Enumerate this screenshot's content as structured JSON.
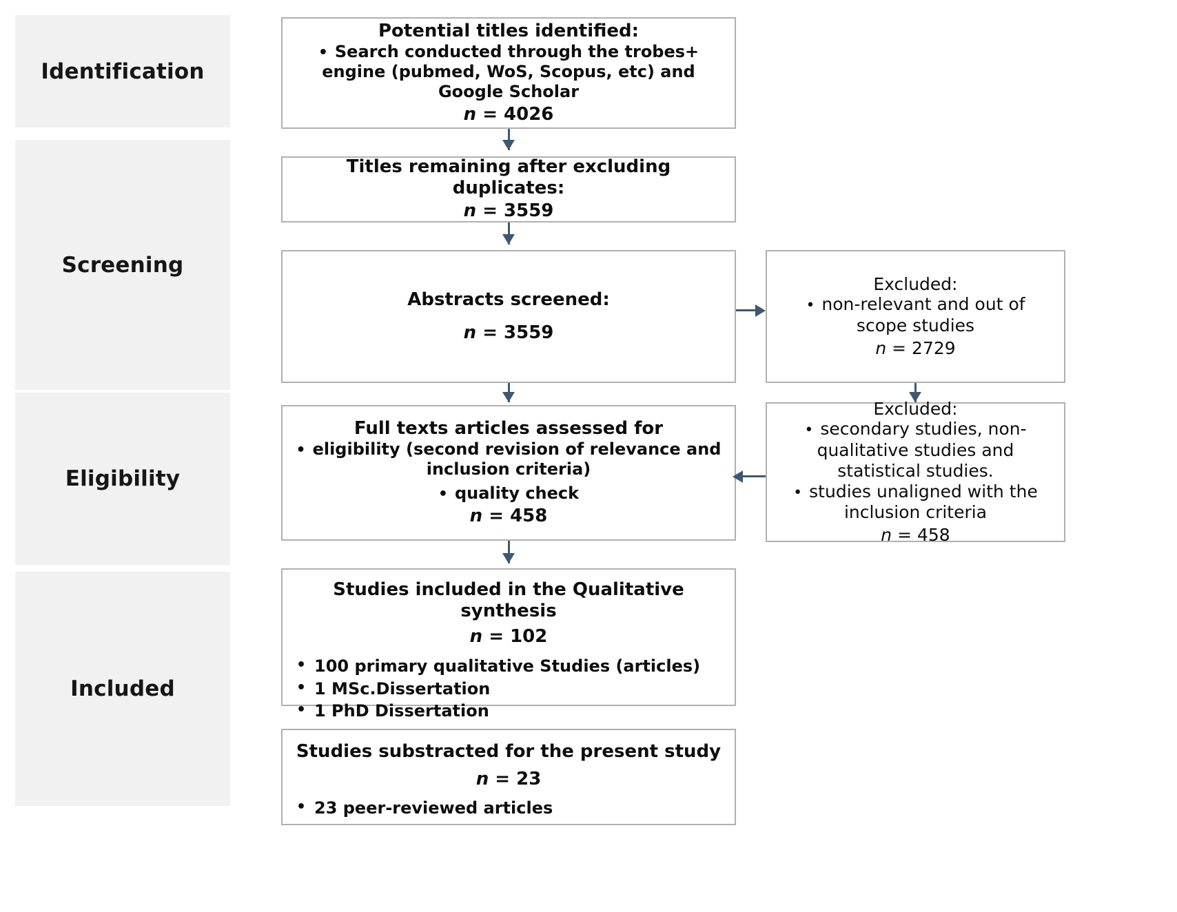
{
  "diagram": {
    "type": "prisma-flow-diagram",
    "accent_color": "#3e5871",
    "box_border_color": "#b0b0b0",
    "stage_band_color": "#f1f1f1"
  },
  "stages": [
    {
      "label": "Identification"
    },
    {
      "label": "Screening"
    },
    {
      "label": "Eligibility"
    },
    {
      "label": "Included"
    }
  ],
  "boxes": {
    "identified": {
      "title": "Potential titles identified:",
      "bullets": [
        "Search conducted through the trobes+ engine (pubmed, WoS, Scopus, etc) and Google Scholar"
      ],
      "n_label": "n",
      "n_value": "= 4026"
    },
    "duplicates": {
      "title": "Titles remaining after excluding duplicates:",
      "n_label": "n",
      "n_value": "= 3559"
    },
    "abstracts": {
      "title": "Abstracts screened:",
      "n_label": "n",
      "n_value": "= 3559"
    },
    "excluded_screening": {
      "title": "Excluded:",
      "bullets": [
        "non-relevant and out of scope studies"
      ],
      "n_label": "n",
      "n_value": "= 2729"
    },
    "fulltext": {
      "title": "Full texts articles assessed for",
      "bullets": [
        "eligibility (second revision of relevance and inclusion criteria)",
        "quality check"
      ],
      "n_label": "n",
      "n_value": "= 458"
    },
    "excluded_eligibility": {
      "title": "Excluded:",
      "bullets": [
        "secondary studies, non-qualitative studies and statistical studies.",
        "studies unaligned with the inclusion criteria"
      ],
      "n_label": "n",
      "n_value": "= 458"
    },
    "included": {
      "title": "Studies included in the Qualitative synthesis",
      "n_label": "n",
      "n_value": "= 102",
      "bullets": [
        "100 primary qualitative Studies (articles)",
        "1 MSc.Dissertation",
        "1 PhD Dissertation"
      ]
    },
    "substracted": {
      "title": "Studies substracted for the present study",
      "n_label": "n",
      "n_value": "= 23",
      "bullets": [
        "23 peer-reviewed articles"
      ]
    }
  },
  "bullet_glyph": "•"
}
